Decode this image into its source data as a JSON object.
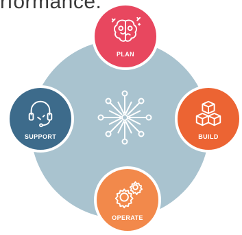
{
  "title_fragment": "rformance.",
  "nodes": {
    "plan": {
      "label": "PLAN",
      "icon": "brain-gears-icon"
    },
    "support": {
      "label": "SUPPORT",
      "icon": "headset-icon"
    },
    "build": {
      "label": "BUILD",
      "icon": "stacked-boxes-icon"
    },
    "operate": {
      "label": "OPERATE",
      "icon": "gears-icon"
    }
  },
  "hub": {
    "icon": "network-burst-icon"
  },
  "colors": {
    "hub": "#a9c3cf",
    "plan": "#e8475f",
    "support": "#3d6b8b",
    "build": "#ec6433",
    "operate": "#f2894b"
  }
}
